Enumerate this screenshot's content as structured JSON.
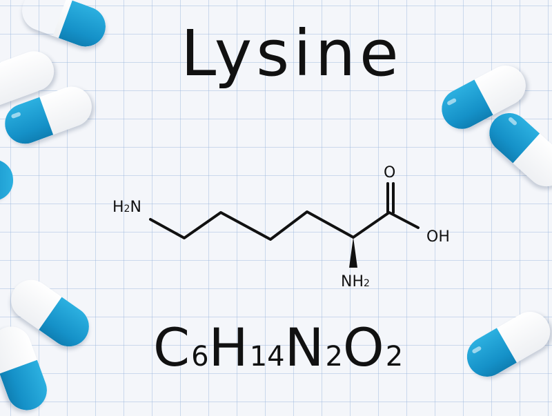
{
  "title": "Lysine",
  "structure": {
    "amine_left": {
      "main": "H",
      "sub": "2",
      "tail": "N"
    },
    "carbonyl_o": "O",
    "hydroxyl": "OH",
    "alpha_amine": {
      "main": "NH",
      "sub": "2"
    }
  },
  "formula": {
    "parts": [
      {
        "el": "C",
        "n": "6"
      },
      {
        "el": "H",
        "n": "14"
      },
      {
        "el": "N",
        "n": "2"
      },
      {
        "el": "O",
        "n": "2"
      }
    ]
  },
  "decor": {
    "capsule_blue": "#1a9fd6",
    "capsule_white": "#ffffff",
    "grid_color": "#a8c2e4",
    "paper_color": "#f4f6fa"
  }
}
